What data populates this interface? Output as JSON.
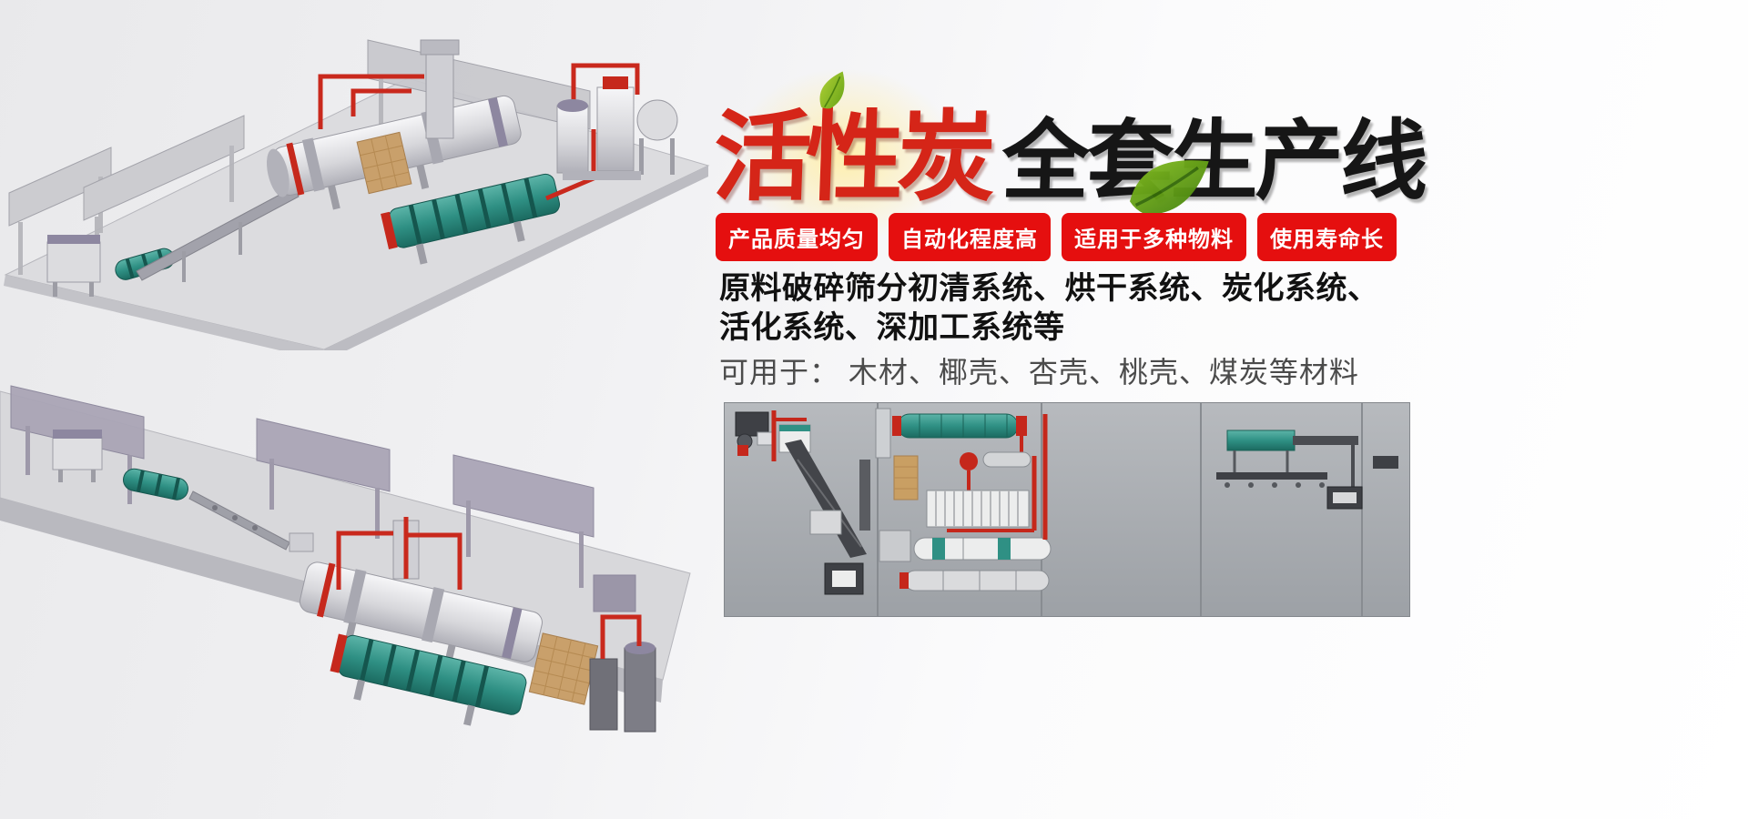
{
  "banner": {
    "title": {
      "red_part": "活性炭",
      "black_part": "全套生产线"
    },
    "badges": {
      "items": [
        "产品质量均匀",
        "自动化程度高",
        "适用于多种物料",
        "使用寿命长"
      ]
    },
    "description": {
      "line1": "原料破碎筛分初清系统、烘干系统、炭化系统、",
      "line2": "活化系统、深加工系统等",
      "usage": "可用于： 木材、椰壳、杏壳、桃壳、煤炭等材料"
    },
    "colors": {
      "title_red": "#d52518",
      "title_black": "#161616",
      "badge_bg": "#e50f0f",
      "badge_text": "#ffffff",
      "machine_teal": "#2f9084",
      "pipe_red": "#c9291d",
      "leaf_green": "#6aaa1e",
      "background_gray": "#ededee",
      "schematic_gray": "#a9adb2"
    },
    "illustrations": {
      "top_render": "activated-carbon-line-3d-top",
      "bottom_render": "activated-carbon-line-3d-bottom",
      "schematic": "activated-carbon-line-schematic"
    }
  }
}
